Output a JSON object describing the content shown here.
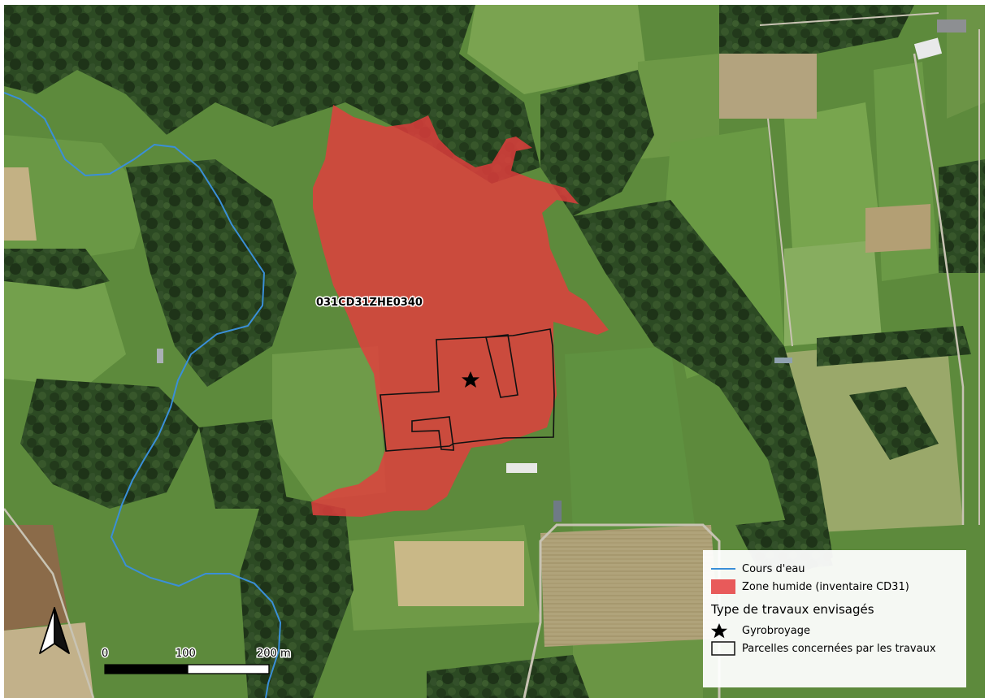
{
  "map": {
    "zone_label": "031CD31ZHE0340",
    "colors": {
      "river": "#3a8fd8",
      "wetland": "#e33d3d",
      "parcel_outline": "#111111",
      "grass": "#5e8c3c",
      "forest": "#27411f"
    }
  },
  "scale_bar": {
    "labels": [
      "0",
      "100",
      "200 m"
    ]
  },
  "north_arrow": {
    "icon": "north-arrow-icon"
  },
  "legend": {
    "items": [
      {
        "label": "Cours d'eau",
        "icon": "river-line-icon"
      },
      {
        "label": "Zone humide (inventaire CD31)",
        "icon": "wetland-fill-icon"
      }
    ],
    "section_title": "Type de travaux envisagés",
    "works": [
      {
        "label": "Gyrobroyage",
        "icon": "star-icon"
      },
      {
        "label": "Parcelles concernées par les travaux",
        "icon": "parcel-outline-icon"
      }
    ]
  }
}
